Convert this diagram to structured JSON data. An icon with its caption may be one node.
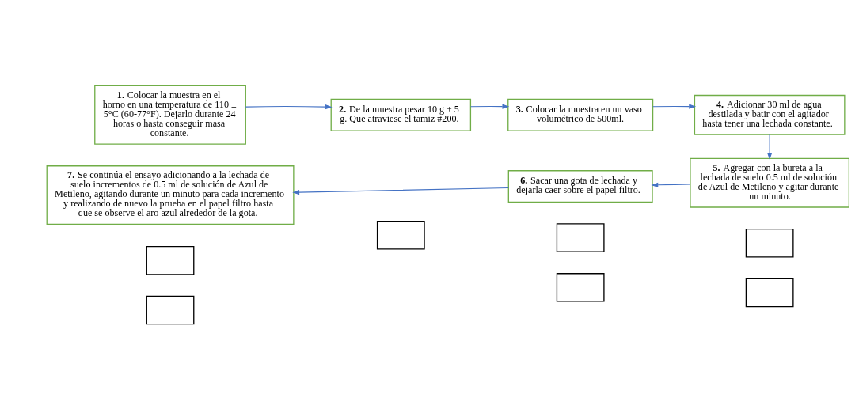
{
  "diagram": {
    "nodes": [
      {
        "text": [
          "**1.** Colocar la muestra en el horno en una temperatura de 110 ± 5°C (60-77°F). Dejarlo durante 24 horas o hasta conseguir masa constante."
        ]
      },
      {
        "text": [],
        "shape": "box"
      },
      {
        "text": [
          "**2.** De la muestra pesar 10 g ± 5 g. Que atraviese el tamiz #200."
        ]
      },
      {
        "text": [],
        "shape": "box"
      },
      {
        "text": [
          "**3.** Colocar la muestra en un vaso volumétrico de 500ml."
        ]
      },
      {
        "text": [],
        "shape": "box"
      },
      {
        "text": [
          "**4.** Adicionar 30 ml de agua destilada y batir con el agitador hasta tener una lechada constante."
        ]
      },
      {
        "text": [],
        "shape": "box"
      },
      {
        "text": [
          "**5.** Agregar con la bureta a la lechada de suelo 0.5 ml de solución de Azul de Metileno y agitar durante un minuto."
        ]
      },
      {
        "text": [],
        "shape": "box"
      },
      {
        "text": [
          "**6.** Sacar una gota de lechada y dejarla caer sobre el papel filtro."
        ]
      },
      {
        "text": [],
        "shape": "box"
      },
      {
        "text": [
          "**7.** Se continúa el ensayo adicionando a la lechada de suelo incrementos de 0.5 ml de solución de Azul de Metileno, agitando durante un minuto para cada incremento y realizando de nuevo la prueba en el papel filtro hasta que se observe el aro azul alrededor de la gota."
        ]
      },
      {
        "text": [],
        "shape": "box"
      }
    ],
    "edges": [
      {
        "from": 0,
        "to": 2,
        "arrow": "to"
      },
      {
        "from": 2,
        "to": 4,
        "arrow": "to"
      },
      {
        "from": 4,
        "to": 6,
        "arrow": "to"
      },
      {
        "from": 6,
        "to": 8,
        "arrow": "to"
      },
      {
        "from": 8,
        "to": 10,
        "arrow": "to"
      },
      {
        "from": 10,
        "to": 12,
        "arrow": "to"
      }
    ]
  }
}
